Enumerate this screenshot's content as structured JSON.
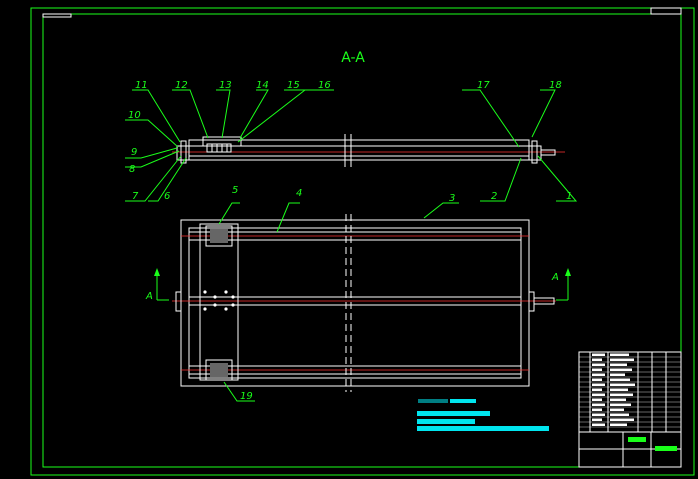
{
  "section_title": "A-A",
  "view_marker": "A",
  "part_numbers": [
    "1",
    "2",
    "3",
    "4",
    "5",
    "6",
    "7",
    "8",
    "9",
    "10",
    "11",
    "12",
    "13",
    "14",
    "15",
    "16",
    "17",
    "18",
    "19"
  ],
  "colors": {
    "background": "#000000",
    "border": "#1aff1a",
    "part_lines": "#ffffff",
    "center_lines": "#ff3333",
    "title_block_text": "#00e5ee",
    "labels": "#1aff1a"
  }
}
